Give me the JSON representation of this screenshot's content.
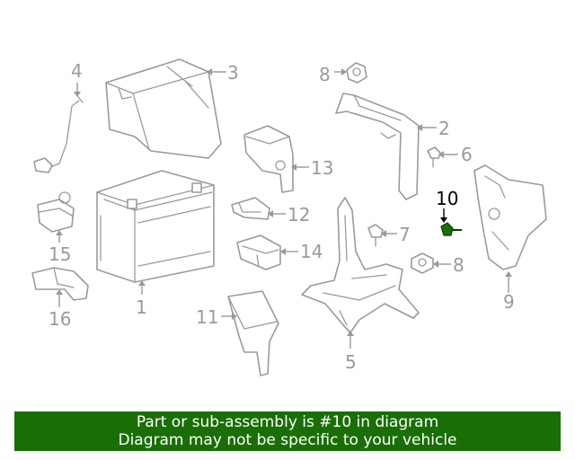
{
  "callouts": {
    "c1": "1",
    "c2": "2",
    "c3": "3",
    "c4": "4",
    "c5": "5",
    "c6": "6",
    "c7": "7",
    "c8a": "8",
    "c8b": "8",
    "c9": "9",
    "c10": "10",
    "c11": "11",
    "c12": "12",
    "c13": "13",
    "c14": "14",
    "c15": "15",
    "c16": "16"
  },
  "banner": {
    "line1": "Part or sub-assembly is #10 in diagram",
    "line2": "Diagram may not be specific to your vehicle"
  },
  "colors": {
    "banner_bg": "#1a6e06",
    "highlight_part": "#1a6e06",
    "line_art": "#9a9a9a"
  }
}
